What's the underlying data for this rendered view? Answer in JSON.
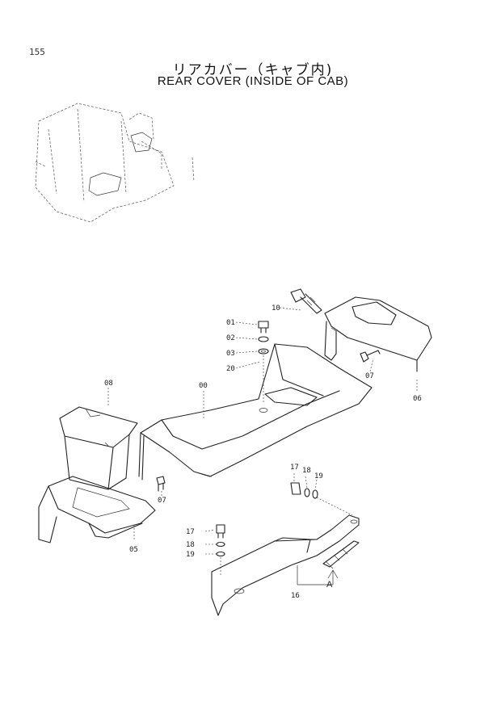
{
  "page_number": "155",
  "title_jp": "リアカバー（キャブ内)",
  "title_en": "REAR COVER (INSIDE OF CAB)",
  "callouts": {
    "p10": "10",
    "p01": "01",
    "p02": "02",
    "p03": "03",
    "p20": "20",
    "p07a": "07",
    "p06": "06",
    "p08": "08",
    "p00": "00",
    "p07b": "07",
    "p05": "05",
    "p17a": "17",
    "p18a": "18",
    "p19a": "19",
    "p17b": "17",
    "p18b": "18",
    "p19b": "19",
    "pA": "A",
    "p16": "16"
  }
}
